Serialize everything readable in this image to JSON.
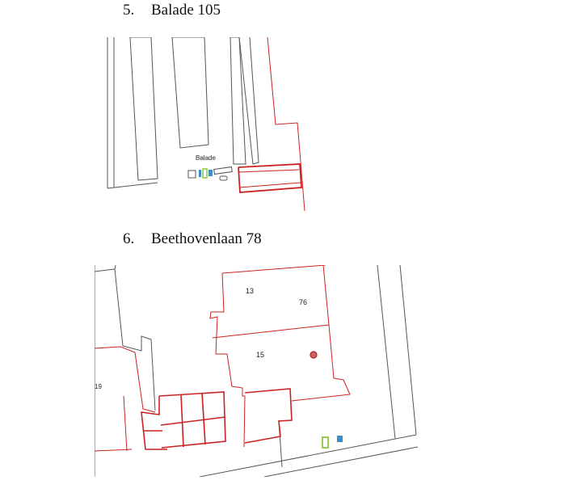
{
  "sections": [
    {
      "number": "5.",
      "title": "Balade 105",
      "map_labels": {
        "street": "Balade"
      }
    },
    {
      "number": "6.",
      "title": "Beethovenlaan 78",
      "map_labels": {
        "lot_13": "13",
        "lot_76": "76",
        "lot_15": "15",
        "lot_19": "19"
      }
    }
  ],
  "colors": {
    "parcel_outline": "#555555",
    "parcel_highlight": "#cc2222",
    "marker_green": "#8cc63f",
    "marker_blue": "#3b8fc4"
  }
}
